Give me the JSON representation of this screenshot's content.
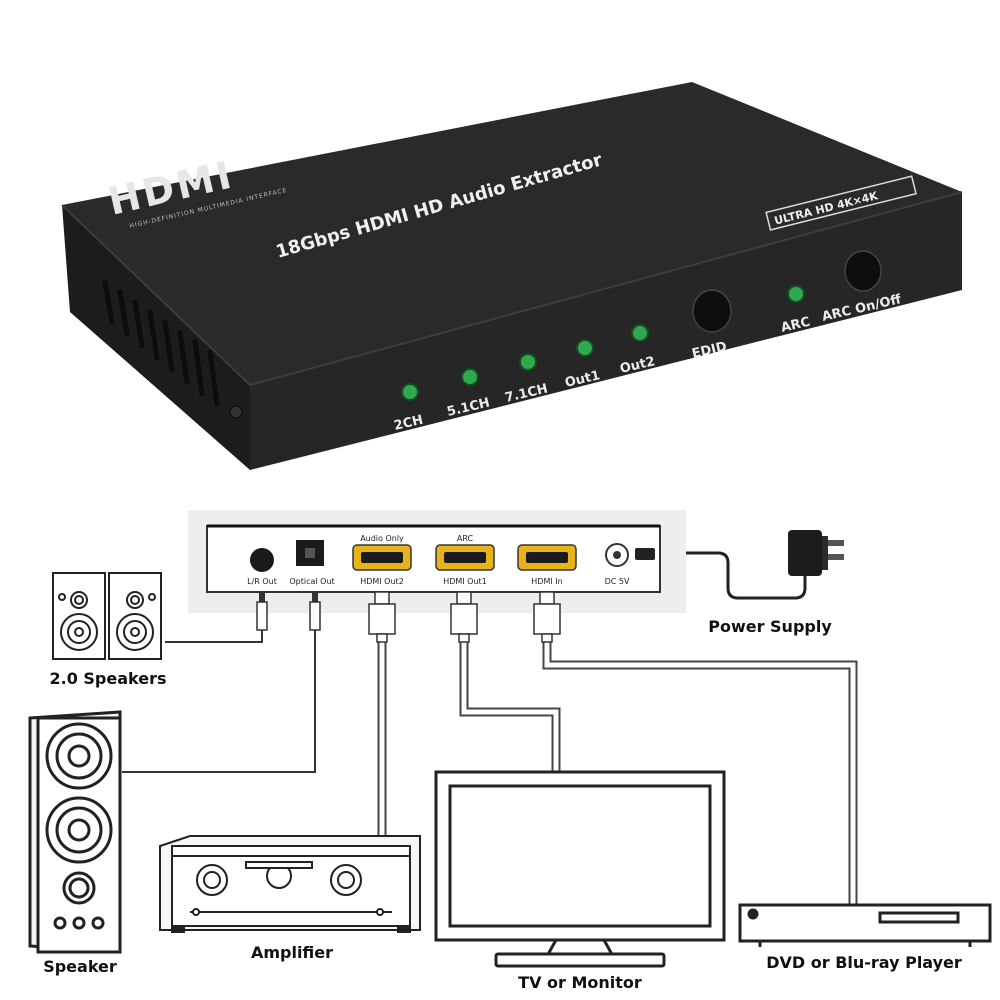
{
  "device": {
    "logo_text": "HDMI",
    "logo_tagline": "HIGH-DEFINITION MULTIMEDIA INTERFACE",
    "title": "18Gbps HDMI HD Audio Extractor",
    "badge": "ULTRA HD 4K×4K",
    "leds": [
      "2CH",
      "5.1CH",
      "7.1CH",
      "Out1",
      "Out2"
    ],
    "edid_label": "EDID",
    "arc_label": "ARC",
    "arc_button_label": "ARC On/Off",
    "led_color": "#2fa84f",
    "body_color": "#232323"
  },
  "panel": {
    "ports": [
      {
        "label": "L/R Out",
        "top": ""
      },
      {
        "label": "Optical Out",
        "top": ""
      },
      {
        "label": "HDMI Out2",
        "top": "Audio Only"
      },
      {
        "label": "HDMI Out1",
        "top": "ARC"
      },
      {
        "label": "HDMI In",
        "top": ""
      },
      {
        "label": "DC 5V",
        "top": ""
      }
    ],
    "hdmi_color": "#e8b21a"
  },
  "devices": {
    "power_supply": "Power Supply",
    "speakers_20": "2.0 Speakers",
    "speaker": "Speaker",
    "amplifier": "Amplifier",
    "tv": "TV or Monitor",
    "dvd": "DVD or Blu-ray Player"
  }
}
